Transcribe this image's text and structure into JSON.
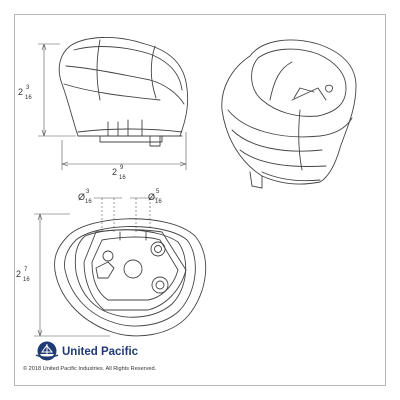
{
  "dimensions": {
    "height": {
      "whole": "2",
      "num": "3",
      "den": "16"
    },
    "width": {
      "whole": "2",
      "num": "9",
      "den": "16"
    },
    "diam_left": {
      "prefix": "Ø",
      "num": "3",
      "den": "16"
    },
    "diam_right": {
      "prefix": "Ø",
      "num": "5",
      "den": "16"
    },
    "depth": {
      "whole": "2",
      "num": "7",
      "den": "16"
    }
  },
  "brand": {
    "name": "United Pacific",
    "color": "#1f3b73"
  },
  "copyright": "© 2018 United Pacific Industries. All Rights Reserved.",
  "icons": {
    "logo": "united-pacific-ship-logo"
  }
}
